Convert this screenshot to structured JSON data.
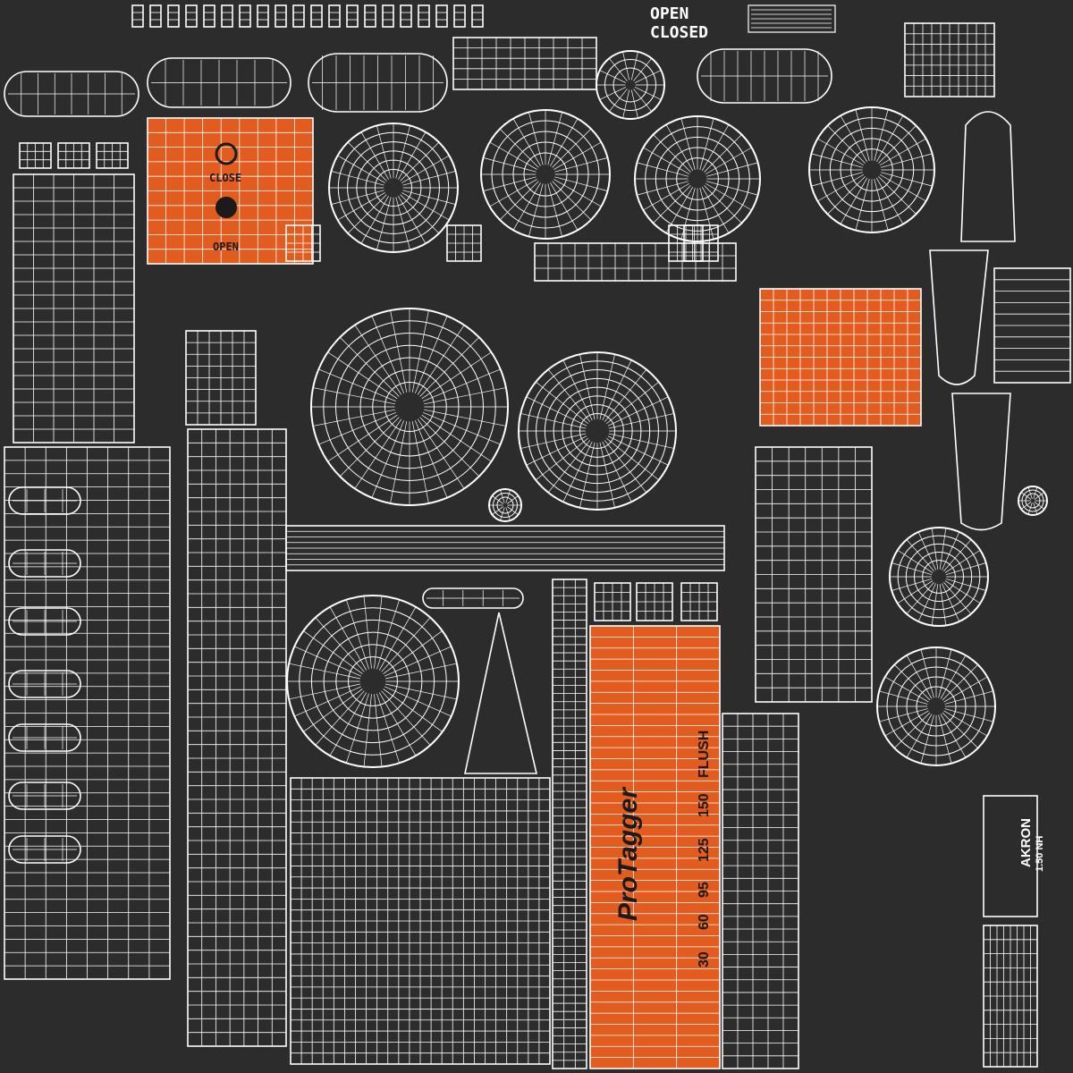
{
  "texture": {
    "background": "#2c2c2c",
    "wire": "#ffffff",
    "accent": "#e35c1f"
  },
  "labels": {
    "open": "OPEN",
    "closed": "CLOSED",
    "close_lever": "CLOSE",
    "open_lever": "OPEN",
    "brand": "ProTagger",
    "flush": "FLUSH",
    "scale": [
      "150",
      "125",
      "95",
      "60",
      "30"
    ],
    "akron": "AKRON",
    "akron_model": "1.50 NH"
  }
}
